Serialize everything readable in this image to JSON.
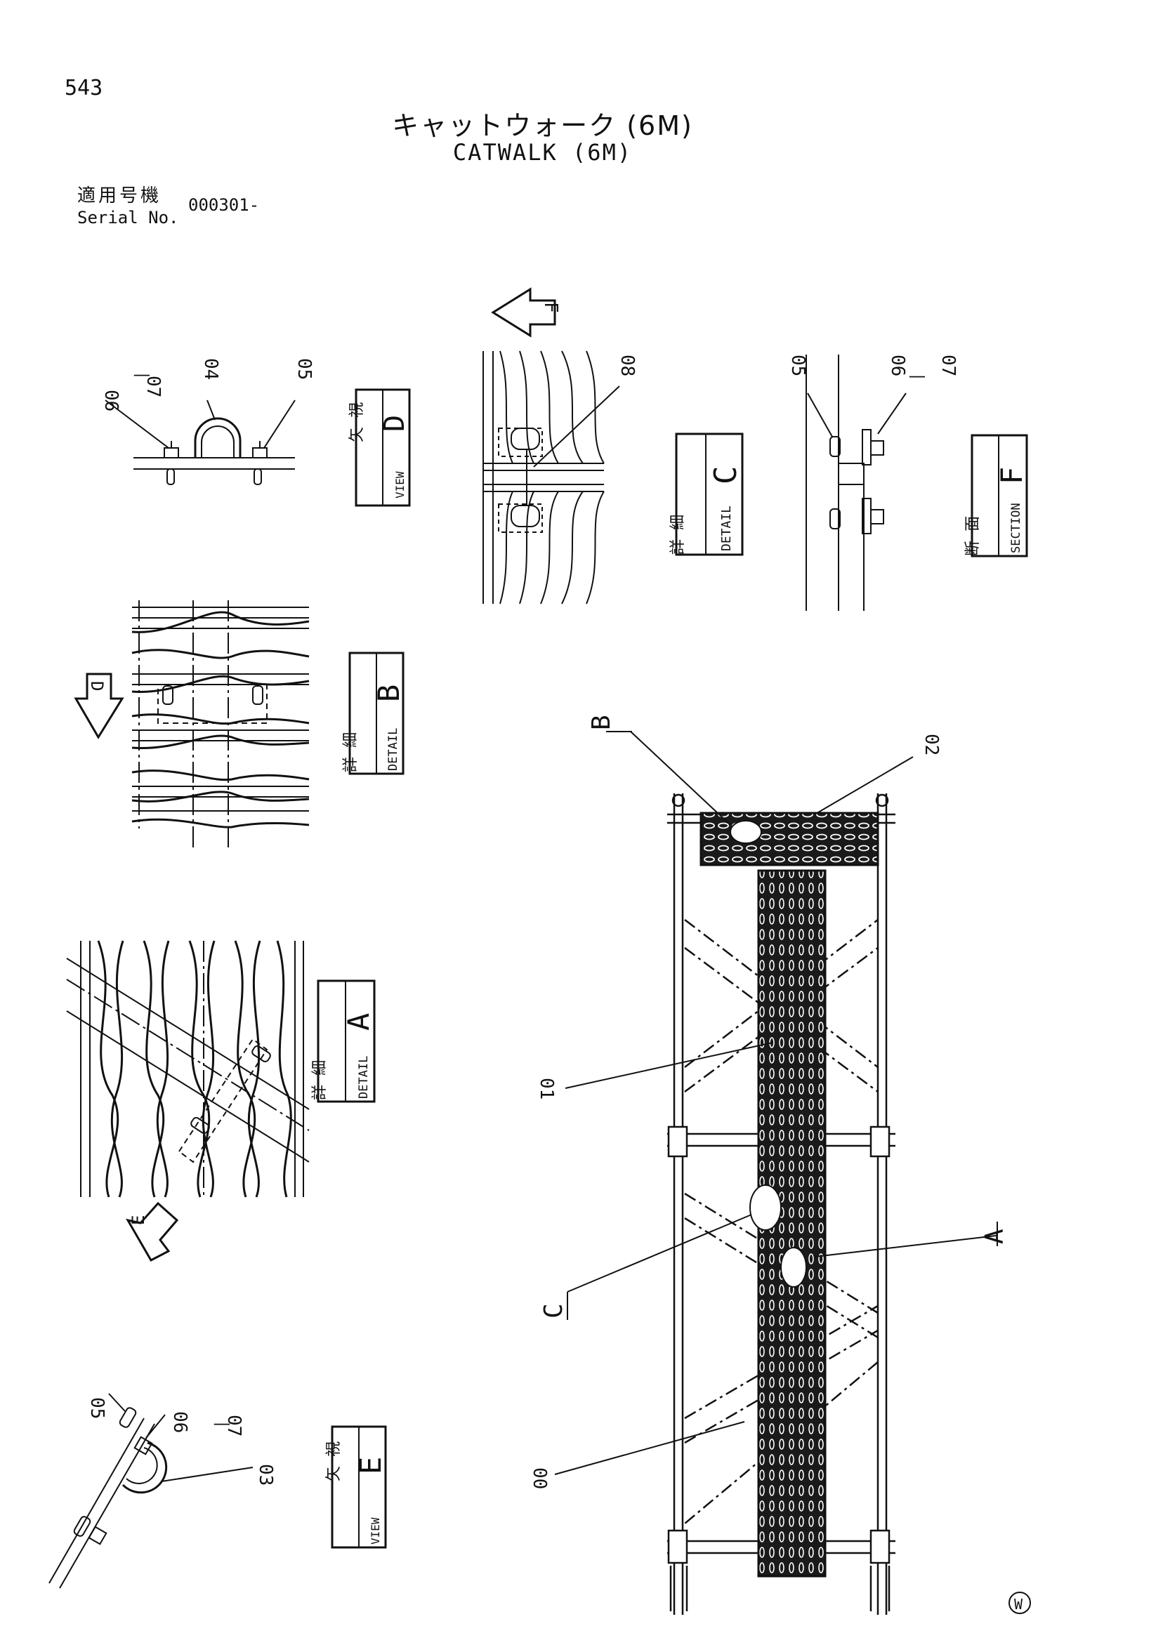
{
  "page": {
    "number": "543",
    "title_jp": "キャットウォーク (6M)",
    "title_en": "CATWALK (6M)"
  },
  "serial": {
    "label_jp": "適用号機",
    "label_en": "Serial No.",
    "value": "000301-"
  },
  "boxes": {
    "view_d": {
      "jp": "矢 視",
      "en": "VIEW",
      "letter": "D"
    },
    "detail_c": {
      "jp": "詳 細",
      "en": "DETAIL",
      "letter": "C"
    },
    "section_f": {
      "jp": "断 面",
      "en": "SECTION",
      "letter": "F"
    },
    "detail_b": {
      "jp": "詳 細",
      "en": "DETAIL",
      "letter": "B"
    },
    "detail_a": {
      "jp": "詳 細",
      "en": "DETAIL",
      "letter": "A"
    },
    "view_e": {
      "jp": "矢 視",
      "en": "VIEW",
      "letter": "E"
    }
  },
  "arrows": {
    "f": "F",
    "d": "D",
    "e": "E"
  },
  "part_numbers": {
    "view_d": [
      "06",
      "07",
      "04",
      "05"
    ],
    "detail_c": [
      "08"
    ],
    "section_f": [
      "05",
      "06",
      "07"
    ],
    "main": [
      "02",
      "01",
      "00"
    ],
    "view_e": [
      "05",
      "06",
      "07",
      "03"
    ]
  },
  "callouts": {
    "a": "A",
    "b": "B",
    "c": "C"
  },
  "watermark": "W"
}
